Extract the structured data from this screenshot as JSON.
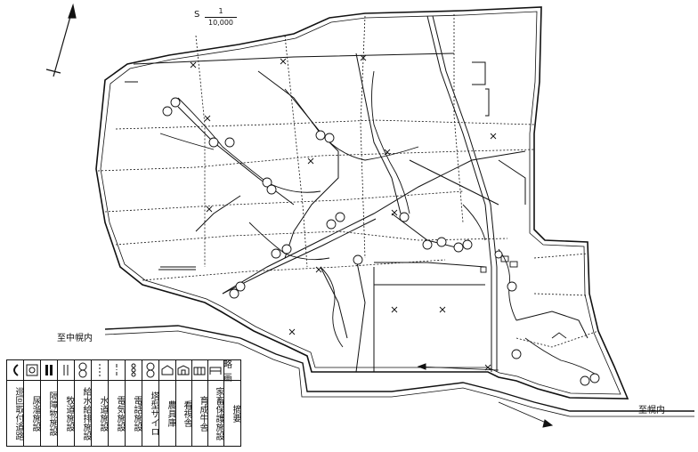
{
  "scale": {
    "prefix": "S",
    "numerator": "1",
    "denominator": "10,000"
  },
  "places": {
    "west": "至中幌内",
    "east": "至幌内"
  },
  "legend": {
    "items": [
      {
        "label": "巡回取付道路",
        "icon": "road-curve-icon"
      },
      {
        "label": "尿溜施設",
        "icon": "boxed-circle-icon"
      },
      {
        "label": "隔障物施設",
        "icon": "double-bar-icon"
      },
      {
        "label": "牧道施設",
        "icon": "double-line-icon"
      },
      {
        "label": "給水給排施設",
        "icon": "stacked-circles-icon"
      },
      {
        "label": "水道施設",
        "icon": "dotted-line-icon"
      },
      {
        "label": "電気施設",
        "icon": "dot-dash-icon"
      },
      {
        "label": "電話施設",
        "icon": "circle-chain-icon"
      },
      {
        "label": "塔型サイロ",
        "icon": "double-circle-icon"
      },
      {
        "label": "農具庫",
        "icon": "shed-icon"
      },
      {
        "label": "看視舎",
        "icon": "house-icon"
      },
      {
        "label": "育成牛舎",
        "icon": "barn-icon"
      },
      {
        "label": "家畜保護施設",
        "icon": "shelter-icon"
      },
      {
        "label": "摘要",
        "icon": "header-label",
        "header": "略画"
      }
    ]
  },
  "colors": {
    "ink": "#111111",
    "paper": "#ffffff"
  }
}
